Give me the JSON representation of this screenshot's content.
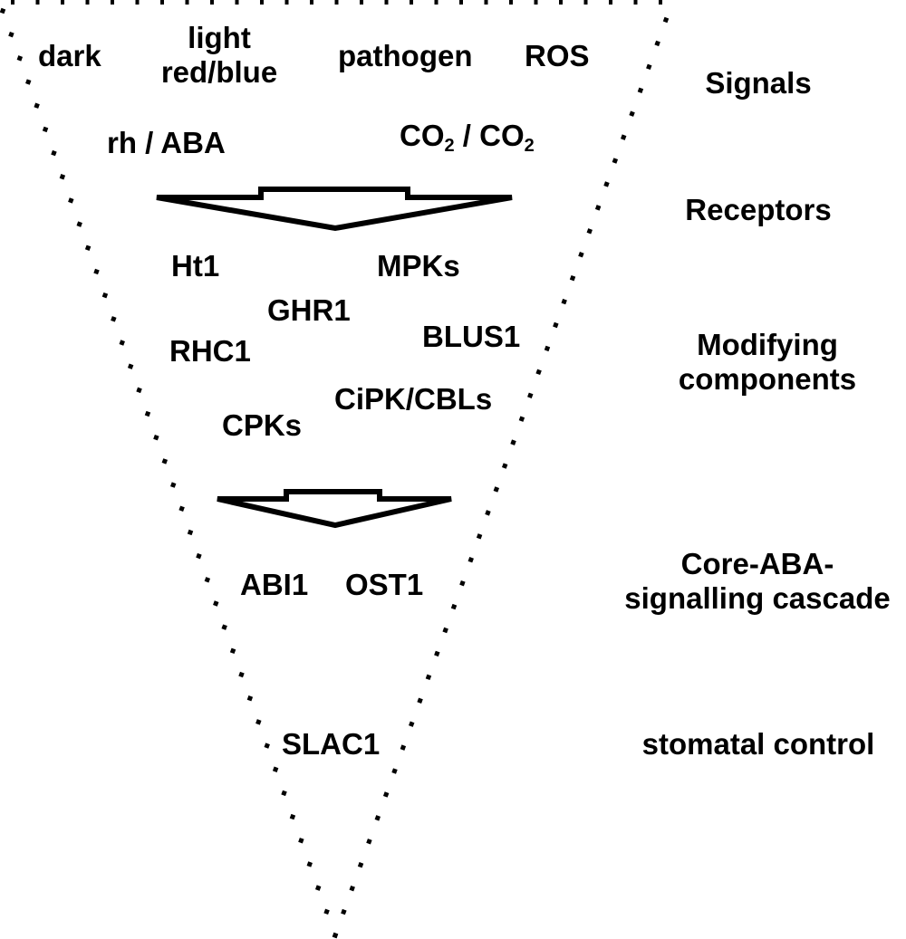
{
  "signals": {
    "dark": "dark",
    "light_line1": "light",
    "light_line2": "red/blue",
    "pathogen": "pathogen",
    "ros": "ROS",
    "rh_aba": "rh / ABA",
    "co2_a": "CO",
    "co2_a_sub": "2",
    "co2_sep": " / CO",
    "co2_b_sub": "2"
  },
  "components": {
    "ht1": "Ht1",
    "mpks": "MPKs",
    "ghr1": "GHR1",
    "blus1": "BLUS1",
    "rhc1": "RHC1",
    "cipk_cbls": "CiPK/CBLs",
    "cpks": "CPKs"
  },
  "core": {
    "abi1": "ABI1",
    "ost1": "OST1"
  },
  "output": {
    "slac1": "SLAC1"
  },
  "stages": {
    "signals": "Signals",
    "receptors": "Receptors",
    "modifying_line1": "Modifying",
    "modifying_line2": "components",
    "core_line1": "Core-ABA-",
    "core_line2": "signalling cascade",
    "stomatal": "stomatal control"
  },
  "colors": {
    "ink": "#000000",
    "background": "#ffffff"
  }
}
